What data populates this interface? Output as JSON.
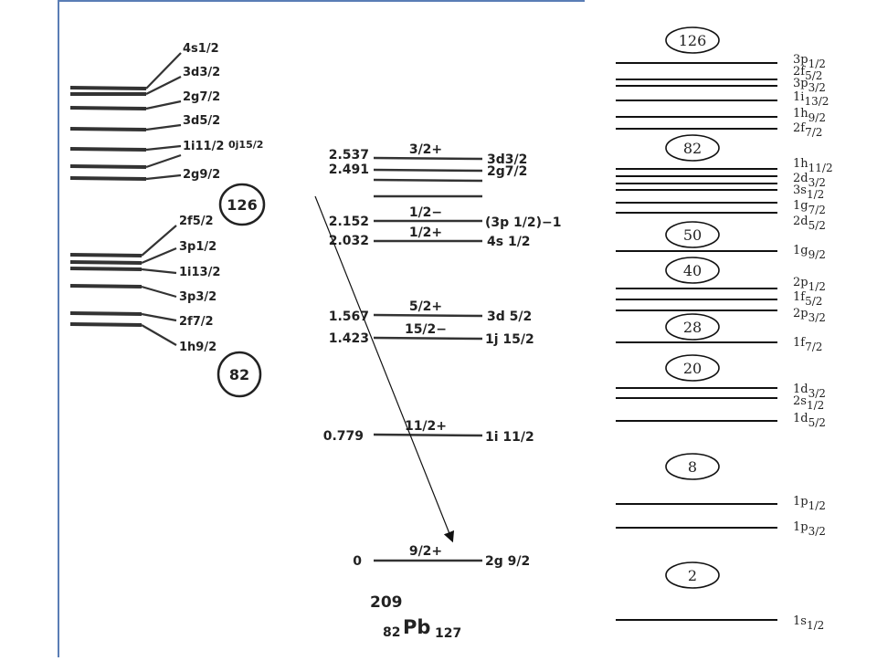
{
  "colors": {
    "frame": "#5a7db5",
    "ink": "#222222"
  },
  "left_scheme": {
    "upper_labels": [
      "4s1/2",
      "3d3/2",
      "2g7/2",
      "3d5/2",
      "1i11/2",
      "0j15/2",
      "2g9/2"
    ],
    "upper_magic": "126",
    "lower_labels": [
      "2f5/2",
      "3p1/2",
      "1i13/2",
      "3p3/2",
      "2f7/2",
      "1h9/2"
    ],
    "lower_magic": "82"
  },
  "pb209": {
    "levels": [
      {
        "energy": "2.537",
        "spin": "3/2+",
        "orbital": "3d3/2"
      },
      {
        "energy": "2.491",
        "spin": "",
        "orbital": "2g7/2"
      },
      {
        "energy": "",
        "spin": "",
        "orbital": ""
      },
      {
        "energy": "2.152",
        "spin": "1/2−",
        "orbital": "(3p 1/2)−1"
      },
      {
        "energy": "2.032",
        "spin": "1/2+",
        "orbital": "4s 1/2"
      },
      {
        "energy": "1.567",
        "spin": "5/2+",
        "orbital": "3d 5/2"
      },
      {
        "energy": "1.423",
        "spin": "15/2−",
        "orbital": "1j 15/2"
      },
      {
        "energy": "0.779",
        "spin": "11/2+",
        "orbital": "1i 11/2"
      },
      {
        "energy": "0",
        "spin": "9/2+",
        "orbital": "2g 9/2"
      }
    ],
    "mass_number": "209",
    "proton_number": "82",
    "element": "Pb",
    "neutron_number": "127"
  },
  "right_scheme": {
    "magic_numbers": [
      "126",
      "82",
      "50",
      "40",
      "28",
      "20",
      "8",
      "2"
    ],
    "orbitals": [
      {
        "n": "3p",
        "j": "1/2"
      },
      {
        "n": "2f",
        "j": "5/2"
      },
      {
        "n": "3p",
        "j": "3/2"
      },
      {
        "n": "1i",
        "j": "13/2"
      },
      {
        "n": "1h",
        "j": "9/2"
      },
      {
        "n": "2f",
        "j": "7/2"
      },
      {
        "n": "1h",
        "j": "11/2"
      },
      {
        "n": "2d",
        "j": "3/2"
      },
      {
        "n": "3s",
        "j": "1/2"
      },
      {
        "n": "1g",
        "j": "7/2"
      },
      {
        "n": "2d",
        "j": "5/2"
      },
      {
        "n": "1g",
        "j": "9/2"
      },
      {
        "n": "2p",
        "j": "1/2"
      },
      {
        "n": "1f",
        "j": "5/2"
      },
      {
        "n": "2p",
        "j": "3/2"
      },
      {
        "n": "1f",
        "j": "7/2"
      },
      {
        "n": "1d",
        "j": "3/2"
      },
      {
        "n": "2s",
        "j": "1/2"
      },
      {
        "n": "1d",
        "j": "5/2"
      },
      {
        "n": "1p",
        "j": "1/2"
      },
      {
        "n": "1p",
        "j": "3/2"
      },
      {
        "n": "1s",
        "j": "1/2"
      }
    ]
  }
}
